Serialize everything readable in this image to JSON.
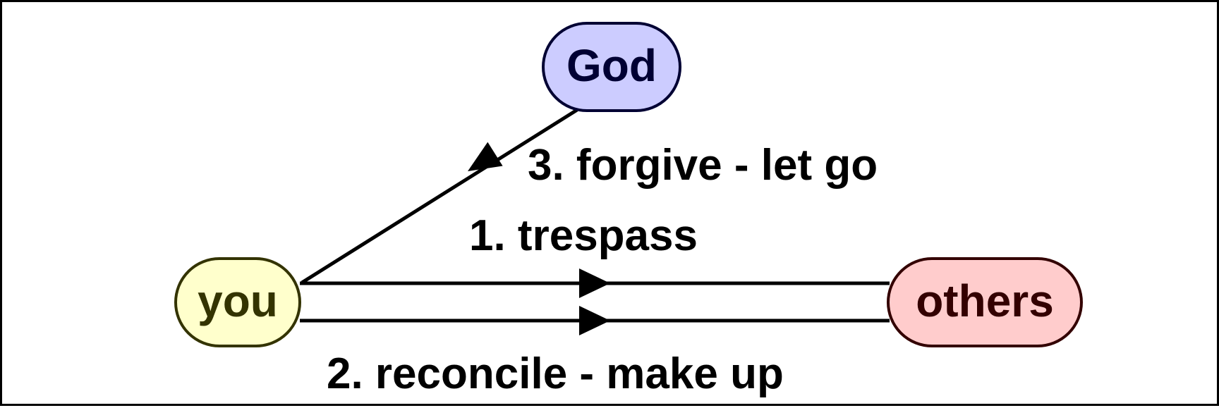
{
  "nodes": {
    "god": {
      "label": "God",
      "fill": "#ccccff",
      "stroke": "#000033",
      "text_color": "#000033"
    },
    "you": {
      "label": "you",
      "fill": "#ffffcc",
      "stroke": "#333300",
      "text_color": "#333300"
    },
    "others": {
      "label": "others",
      "fill": "#ffcccc",
      "stroke": "#330000",
      "text_color": "#330000"
    }
  },
  "edges": {
    "forgive": {
      "label": "3. forgive - let go",
      "from": "god",
      "to": "you"
    },
    "trespass": {
      "label": "1. trespass",
      "from": "you",
      "to": "others"
    },
    "reconcile": {
      "label": "2. reconcile - make up",
      "from": "you",
      "to": "others"
    }
  }
}
